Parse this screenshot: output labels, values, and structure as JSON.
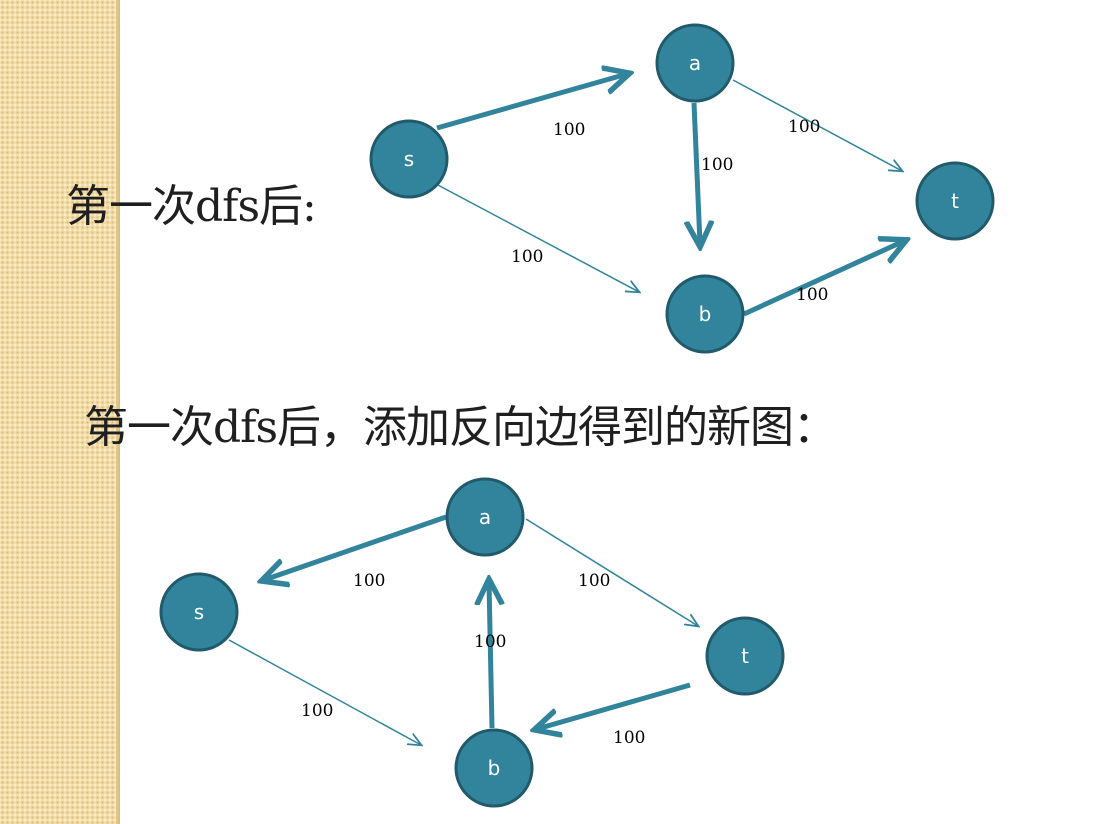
{
  "slide": {
    "heading_1": "第一次dfs后:",
    "heading_2": "第一次dfs后，添加反向边得到的新图："
  },
  "colors": {
    "node_fill": "#31849b",
    "node_stroke": "#215a6a",
    "edge": "#31849b",
    "sidebar": "#f3deaa"
  },
  "graph_1": {
    "nodes": [
      {
        "id": "s",
        "label": "s"
      },
      {
        "id": "a",
        "label": "a"
      },
      {
        "id": "b",
        "label": "b"
      },
      {
        "id": "t",
        "label": "t"
      }
    ],
    "edges": [
      {
        "from": "s",
        "to": "a",
        "label": "100",
        "style": "thick"
      },
      {
        "from": "s",
        "to": "b",
        "label": "100",
        "style": "thin"
      },
      {
        "from": "a",
        "to": "b",
        "label": "100",
        "style": "thick"
      },
      {
        "from": "a",
        "to": "t",
        "label": "100",
        "style": "thin"
      },
      {
        "from": "b",
        "to": "t",
        "label": "100",
        "style": "thick"
      }
    ]
  },
  "graph_2": {
    "nodes": [
      {
        "id": "s",
        "label": "s"
      },
      {
        "id": "a",
        "label": "a"
      },
      {
        "id": "b",
        "label": "b"
      },
      {
        "id": "t",
        "label": "t"
      }
    ],
    "edges": [
      {
        "from": "a",
        "to": "s",
        "label": "100",
        "style": "thick"
      },
      {
        "from": "s",
        "to": "b",
        "label": "100",
        "style": "thin"
      },
      {
        "from": "b",
        "to": "a",
        "label": "100",
        "style": "thick"
      },
      {
        "from": "a",
        "to": "t",
        "label": "100",
        "style": "thin"
      },
      {
        "from": "t",
        "to": "b",
        "label": "100",
        "style": "thick"
      }
    ]
  }
}
